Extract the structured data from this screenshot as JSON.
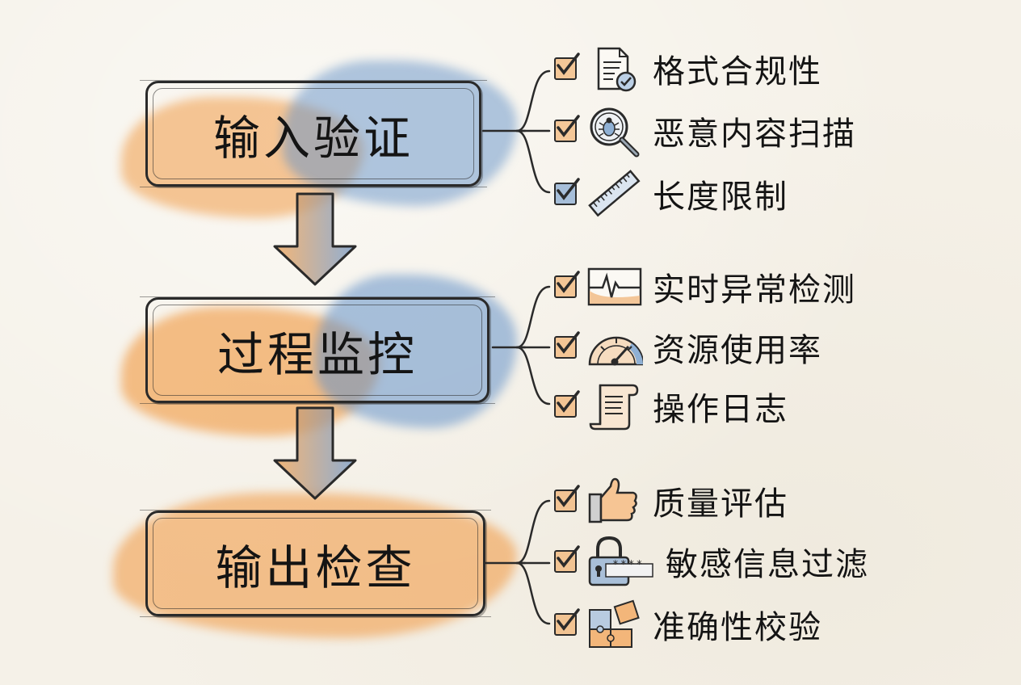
{
  "diagram": {
    "stages": [
      {
        "title": "输入验证",
        "items": [
          {
            "label": "格式合规性",
            "icon": "document-check-icon",
            "checked": true,
            "check_color": "orange"
          },
          {
            "label": "恶意内容扫描",
            "icon": "bug-magnifier-icon",
            "checked": true,
            "check_color": "orange"
          },
          {
            "label": "长度限制",
            "icon": "ruler-icon",
            "checked": true,
            "check_color": "blue"
          }
        ]
      },
      {
        "title": "过程监控",
        "items": [
          {
            "label": "实时异常检测",
            "icon": "pulse-monitor-icon",
            "checked": true,
            "check_color": "orange"
          },
          {
            "label": "资源使用率",
            "icon": "gauge-icon",
            "checked": true,
            "check_color": "orange"
          },
          {
            "label": "操作日志",
            "icon": "scroll-log-icon",
            "checked": true,
            "check_color": "orange"
          }
        ]
      },
      {
        "title": "输出检查",
        "items": [
          {
            "label": "质量评估",
            "icon": "thumbs-up-icon",
            "checked": true,
            "check_color": "orange"
          },
          {
            "label": "敏感信息过滤",
            "icon": "lock-password-icon",
            "checked": true,
            "check_color": "orange",
            "highlighted": true,
            "mask_text": "****"
          },
          {
            "label": "准确性校验",
            "icon": "puzzle-icon",
            "checked": true,
            "check_color": "orange"
          }
        ]
      }
    ]
  },
  "colors": {
    "orange": "#f0a050",
    "blue": "#6e96c8",
    "ink": "#2a2a2a",
    "paper": "#f5f1e8"
  }
}
